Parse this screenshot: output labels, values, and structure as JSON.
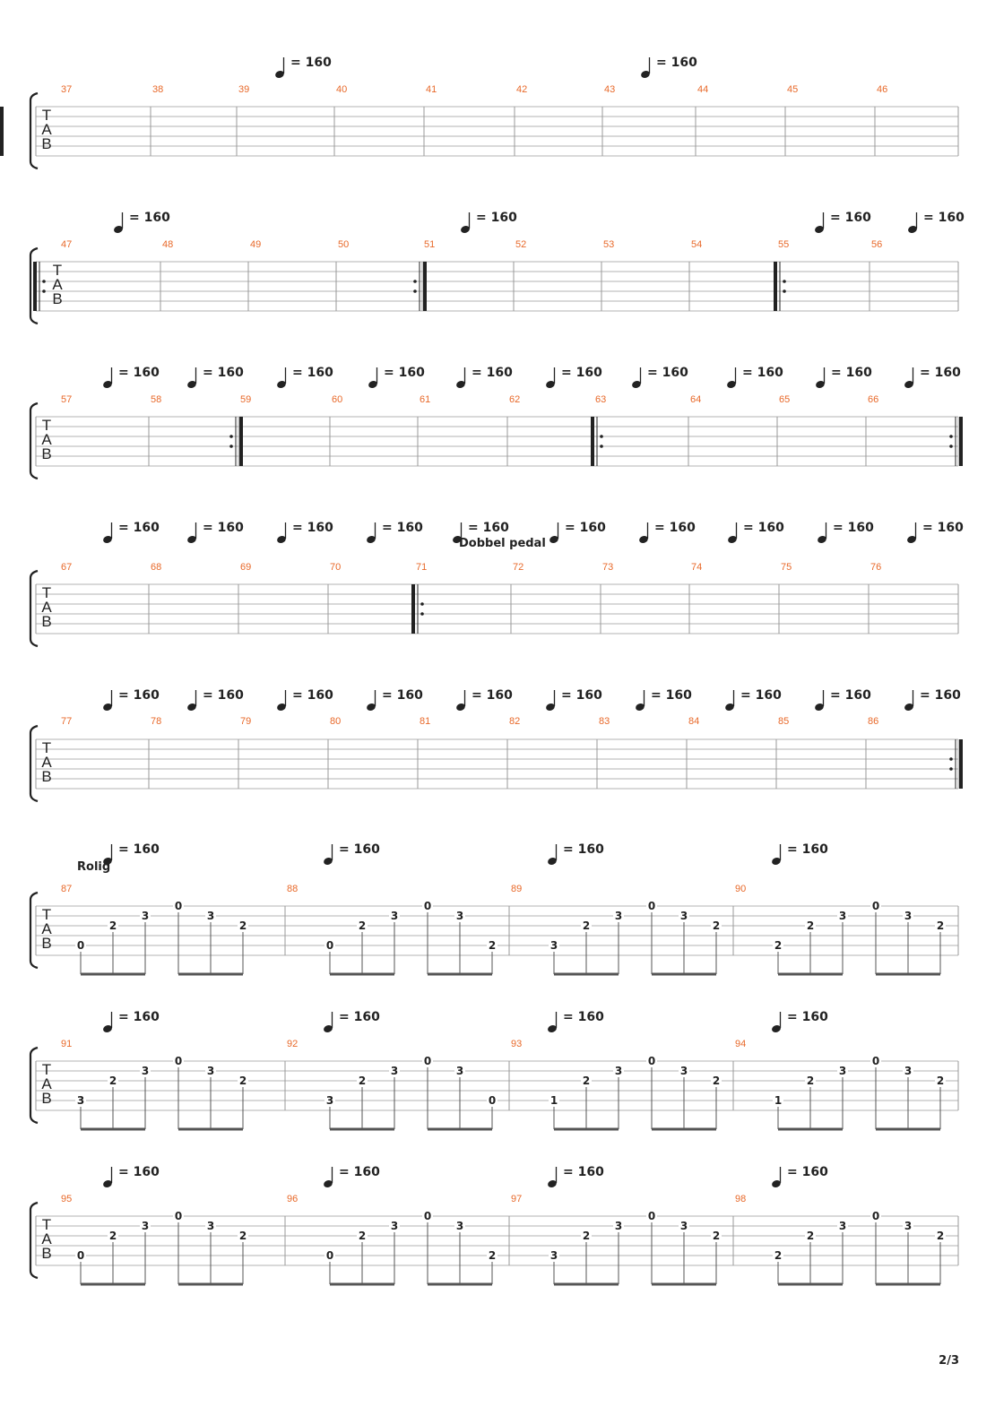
{
  "page": {
    "number": "2/3"
  },
  "colors": {
    "ink": "#222222",
    "staff_line": "#b3b3b3",
    "measure_number": "#e8692a"
  },
  "tempo_mark": "= 160",
  "tab_clef": [
    "T",
    "A",
    "B"
  ],
  "systems": [
    {
      "measures": [
        "37",
        "38",
        "39",
        "40",
        "41",
        "42",
        "43",
        "44",
        "45",
        "46"
      ],
      "barlines": [
        {
          "after": 37,
          "type": "repeat-start"
        },
        {
          "after": 41,
          "type": "repeat-end"
        }
      ],
      "tempos": [
        39,
        43
      ],
      "texts": []
    },
    {
      "measures": [
        "47",
        "48",
        "49",
        "50",
        "51",
        "52",
        "53",
        "54",
        "55",
        "56"
      ],
      "barlines": [
        {
          "after": -1,
          "type": "repeat-start"
        },
        {
          "after": 3,
          "type": "repeat-end"
        },
        {
          "after": 7,
          "type": "repeat-start"
        }
      ],
      "tempos": [
        47,
        51,
        55,
        56
      ],
      "texts": []
    },
    {
      "measures": [
        "57",
        "58",
        "59",
        "60",
        "61",
        "62",
        "63",
        "64",
        "65",
        "66"
      ],
      "barlines": [
        {
          "after": 1,
          "type": "repeat-end"
        },
        {
          "after": 5,
          "type": "repeat-start"
        },
        {
          "after": 9,
          "type": "repeat-end"
        }
      ],
      "tempos": [
        57,
        58,
        59,
        60,
        61,
        62,
        63,
        64,
        65,
        66
      ],
      "texts": []
    },
    {
      "measures": [
        "67",
        "68",
        "69",
        "70",
        "71",
        "72",
        "73",
        "74",
        "75",
        "76"
      ],
      "barlines": [
        {
          "after": 3,
          "type": "repeat-start"
        }
      ],
      "tempos": [
        67,
        68,
        69,
        70,
        71,
        72,
        73,
        74,
        75,
        76
      ],
      "texts": [
        {
          "measure": 71,
          "text": "Dobbel pedal"
        }
      ]
    },
    {
      "measures": [
        "77",
        "78",
        "79",
        "80",
        "81",
        "82",
        "83",
        "84",
        "85",
        "86"
      ],
      "barlines": [
        {
          "after": 9,
          "type": "repeat-end"
        }
      ],
      "tempos": [
        77,
        78,
        79,
        80,
        81,
        82,
        83,
        84,
        85,
        86
      ],
      "texts": []
    },
    {
      "measures": [
        "87",
        "88",
        "89",
        "90"
      ],
      "barlines": [],
      "tempos": [
        87,
        88,
        89,
        90
      ],
      "texts": [
        {
          "measure": 87,
          "text": "Rolig"
        }
      ],
      "notes": [
        [
          [
            "0",
            4
          ],
          [
            "2",
            2
          ],
          [
            "3",
            1
          ],
          [
            "0",
            0
          ],
          [
            "3",
            1
          ],
          [
            "2",
            2
          ]
        ],
        [
          [
            "0",
            4
          ],
          [
            "2",
            2
          ],
          [
            "3",
            1
          ],
          [
            "0",
            0
          ],
          [
            "3",
            1
          ],
          [
            "2",
            4
          ]
        ],
        [
          [
            "3",
            4
          ],
          [
            "2",
            2
          ],
          [
            "3",
            1
          ],
          [
            "0",
            0
          ],
          [
            "3",
            1
          ],
          [
            "2",
            2
          ]
        ],
        [
          [
            "2",
            4
          ],
          [
            "2",
            2
          ],
          [
            "3",
            1
          ],
          [
            "0",
            0
          ],
          [
            "3",
            1
          ],
          [
            "2",
            2
          ]
        ]
      ]
    },
    {
      "measures": [
        "91",
        "92",
        "93",
        "94"
      ],
      "barlines": [],
      "tempos": [
        91,
        92,
        93,
        94
      ],
      "texts": [],
      "notes": [
        [
          [
            "3",
            4
          ],
          [
            "2",
            2
          ],
          [
            "3",
            1
          ],
          [
            "0",
            0
          ],
          [
            "3",
            1
          ],
          [
            "2",
            2
          ]
        ],
        [
          [
            "3",
            4
          ],
          [
            "2",
            2
          ],
          [
            "3",
            1
          ],
          [
            "0",
            0
          ],
          [
            "3",
            1
          ],
          [
            "0",
            4
          ]
        ],
        [
          [
            "1",
            4
          ],
          [
            "2",
            2
          ],
          [
            "3",
            1
          ],
          [
            "0",
            0
          ],
          [
            "3",
            1
          ],
          [
            "2",
            2
          ]
        ],
        [
          [
            "1",
            4
          ],
          [
            "2",
            2
          ],
          [
            "3",
            1
          ],
          [
            "0",
            0
          ],
          [
            "3",
            1
          ],
          [
            "2",
            2
          ]
        ]
      ]
    },
    {
      "measures": [
        "95",
        "96",
        "97",
        "98"
      ],
      "barlines": [],
      "tempos": [
        95,
        96,
        97,
        98
      ],
      "texts": [],
      "notes": [
        [
          [
            "0",
            4
          ],
          [
            "2",
            2
          ],
          [
            "3",
            1
          ],
          [
            "0",
            0
          ],
          [
            "3",
            1
          ],
          [
            "2",
            2
          ]
        ],
        [
          [
            "0",
            4
          ],
          [
            "2",
            2
          ],
          [
            "3",
            1
          ],
          [
            "0",
            0
          ],
          [
            "3",
            1
          ],
          [
            "2",
            4
          ]
        ],
        [
          [
            "3",
            4
          ],
          [
            "2",
            2
          ],
          [
            "3",
            1
          ],
          [
            "0",
            0
          ],
          [
            "3",
            1
          ],
          [
            "2",
            2
          ]
        ],
        [
          [
            "2",
            4
          ],
          [
            "2",
            2
          ],
          [
            "3",
            1
          ],
          [
            "0",
            0
          ],
          [
            "3",
            1
          ],
          [
            "2",
            2
          ]
        ]
      ]
    }
  ]
}
